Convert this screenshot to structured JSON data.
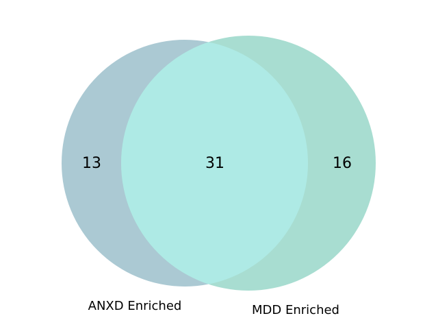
{
  "venn": {
    "sets": [
      {
        "label": "ANXD Enriched",
        "only_count": "13",
        "color": "#abc9d3"
      },
      {
        "label": "MDD Enriched",
        "only_count": "16",
        "color": "#a8ddd1"
      }
    ],
    "intersection": {
      "count": "31",
      "color": "#aeeae5"
    }
  }
}
